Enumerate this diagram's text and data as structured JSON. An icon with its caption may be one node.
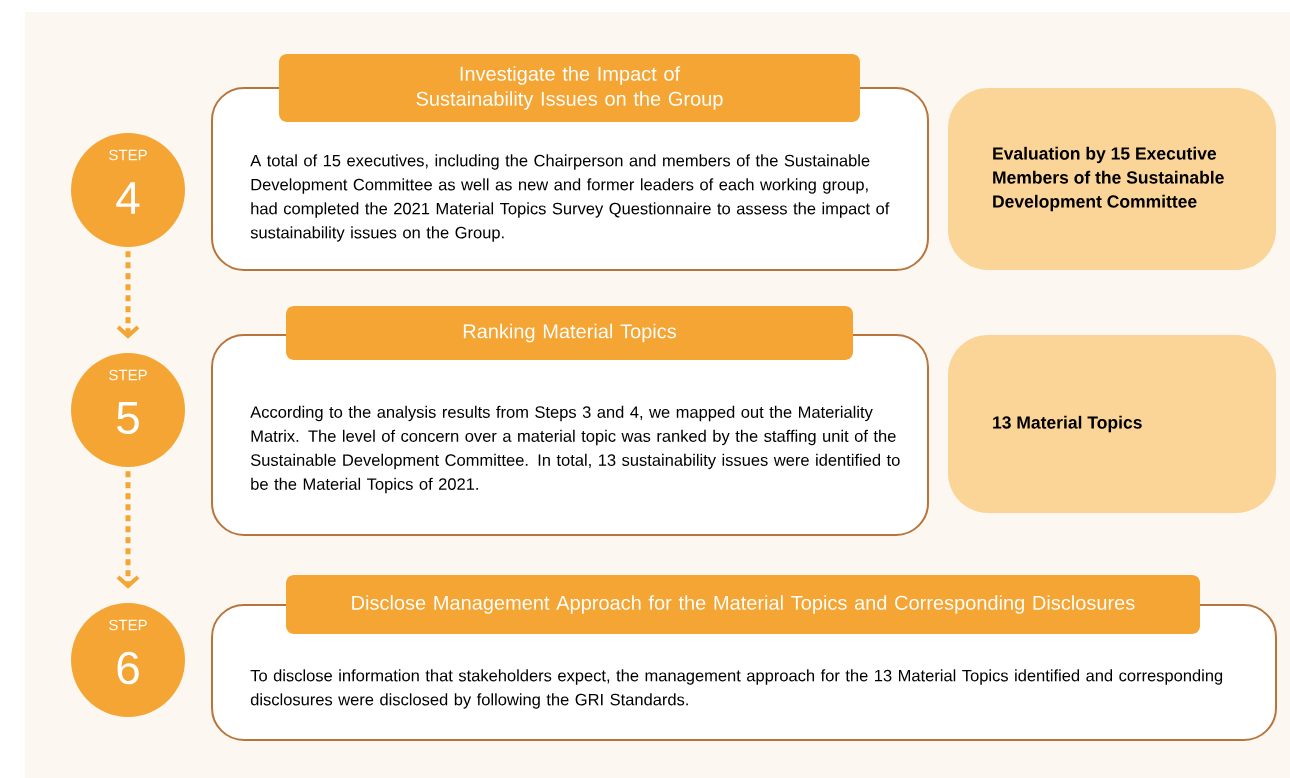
{
  "diagram": {
    "nodes": [
      {
        "text": [
          "STEP",
          "4"
        ]
      },
      {
        "text": [
          "Investigate the Impact of Sustainability Issues on the Group",
          "A total of 15 executives, including the Chairperson and members of the Sustainable Development Committee as well as new and former leaders of each working group, had completed the 2021 Material Topics Survey Questionnaire to assess the impact of sustainability issues on the Group."
        ]
      },
      {
        "text": [
          "Evaluation by 15 Executive Members of the Sustainable Development Committee"
        ]
      },
      {
        "text": [
          "STEP",
          "5"
        ]
      },
      {
        "text": [
          "Ranking Material Topics",
          "According to the analysis results from Steps 3 and 4, we mapped out the Materiality Matrix. The level of concern over a material topic was ranked by the staffing unit of the Sustainable Development Committee. In total, 13 sustainability issues were identified to be the Material Topics of 2021."
        ]
      },
      {
        "text": [
          "13 Material Topics"
        ]
      },
      {
        "text": [
          "STEP",
          "6"
        ]
      },
      {
        "text": [
          "Disclose Management Approach for the Material Topics and Corresponding Disclosures",
          "To disclose information that stakeholders expect, the management approach for the 13 Material Topics identified and corresponding disclosures were disclosed by following the GRI Standards."
        ]
      }
    ],
    "edges": [
      {
        "from": 0,
        "to": 3,
        "arrow": "to",
        "style": "dashed"
      },
      {
        "from": 3,
        "to": 6,
        "arrow": "to",
        "style": "dashed"
      }
    ]
  }
}
